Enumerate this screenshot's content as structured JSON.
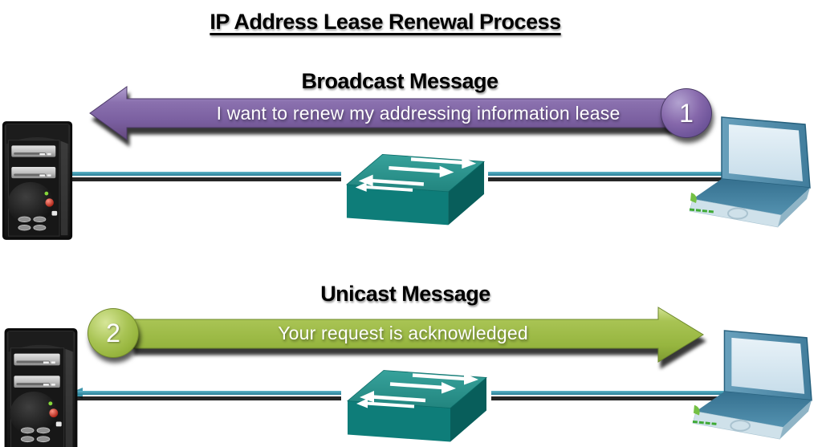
{
  "title": "IP Address Lease Renewal Process",
  "flows": [
    {
      "id": "broadcast",
      "heading": "Broadcast Message",
      "message": "I want to renew my addressing information lease",
      "step_number": "1",
      "direction": "left",
      "arrow_color": "#8064A2"
    },
    {
      "id": "unicast",
      "heading": "Unicast Message",
      "message": "Your request is acknowledged",
      "step_number": "2",
      "direction": "right",
      "arrow_color": "#9DBE45"
    }
  ],
  "icons": [
    "server-icon",
    "switch-icon",
    "laptop-icon",
    "network-link-line"
  ],
  "colors": {
    "broadcast_arrow": "#8064A2",
    "unicast_arrow": "#9DBE45",
    "link_line": "#3E96AD",
    "switch_teal": "#2D958E",
    "laptop_blue": "#4F8AAB",
    "heading_text": "#000000",
    "arrow_text": "#FFFFFF",
    "background": "#FFFFFF"
  }
}
